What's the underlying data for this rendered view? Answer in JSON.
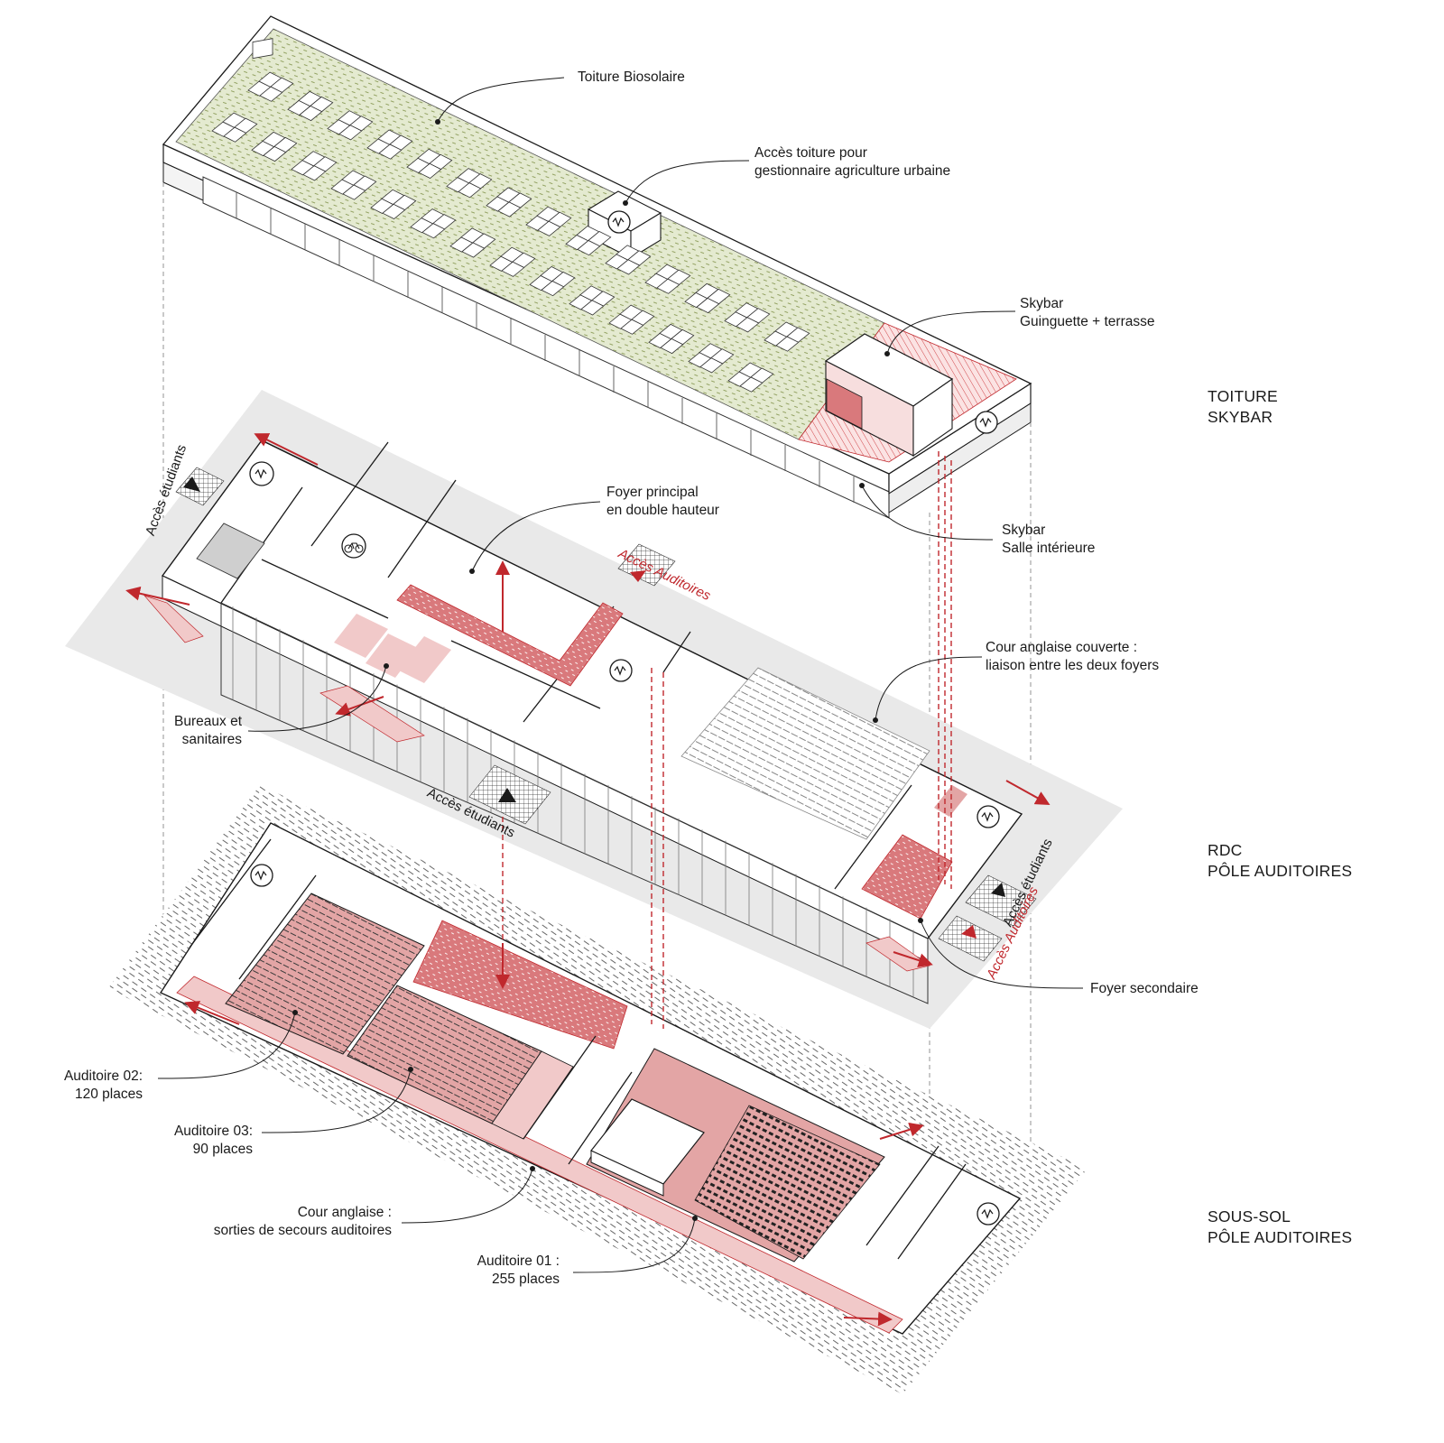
{
  "colors": {
    "accent_red": "#c0282d",
    "auditorium_fill": "#e3a5a5",
    "light_red": "#f1c9c9",
    "roof_green": "#dfe6c8",
    "ground_grey": "#e9e9e9",
    "line": "#1a1a1a"
  },
  "levels": {
    "roof": {
      "line1": "TOITURE",
      "line2": "SKYBAR"
    },
    "ground": {
      "line1": "RDC",
      "line2": "PÔLE AUDITOIRES"
    },
    "basement": {
      "line1": "SOUS-SOL",
      "line2": "PÔLE AUDITOIRES"
    }
  },
  "labels": {
    "toiture_biosolaire": "Toiture Biosolaire",
    "acces_toiture": {
      "line1": "Accès toiture pour",
      "line2": "gestionnaire agriculture urbaine"
    },
    "skybar_guinguette": {
      "line1": "Skybar",
      "line2": "Guinguette + terrasse"
    },
    "skybar_salle": {
      "line1": "Skybar",
      "line2": "Salle intérieure"
    },
    "foyer_principal": {
      "line1": "Foyer principal",
      "line2": "en double hauteur"
    },
    "cour_couverte": {
      "line1": "Cour anglaise couverte :",
      "line2": "liaison entre les deux foyers"
    },
    "bureaux": {
      "line1": "Bureaux et",
      "line2": "sanitaires"
    },
    "foyer_secondaire": "Foyer secondaire",
    "auditoire_02": {
      "line1": "Auditoire 02:",
      "line2": "120 places"
    },
    "auditoire_03": {
      "line1": "Auditoire 03:",
      "line2": "90 places"
    },
    "cour_anglaise": {
      "line1": "Cour anglaise :",
      "line2": "sorties de secours auditoires"
    },
    "auditoire_01": {
      "line1": "Auditoire 01 :",
      "line2": "255 places"
    }
  },
  "access": {
    "etudiants_nw": "Accès étudiants",
    "etudiants_s": "Accès étudiants",
    "etudiants_e": "Accès étudiants",
    "auditoires_n": "Accès Auditoires",
    "auditoires_e": "Accès Auditoires"
  },
  "icons": [
    "stair-icon",
    "bicycle-icon",
    "arrow-icon"
  ]
}
